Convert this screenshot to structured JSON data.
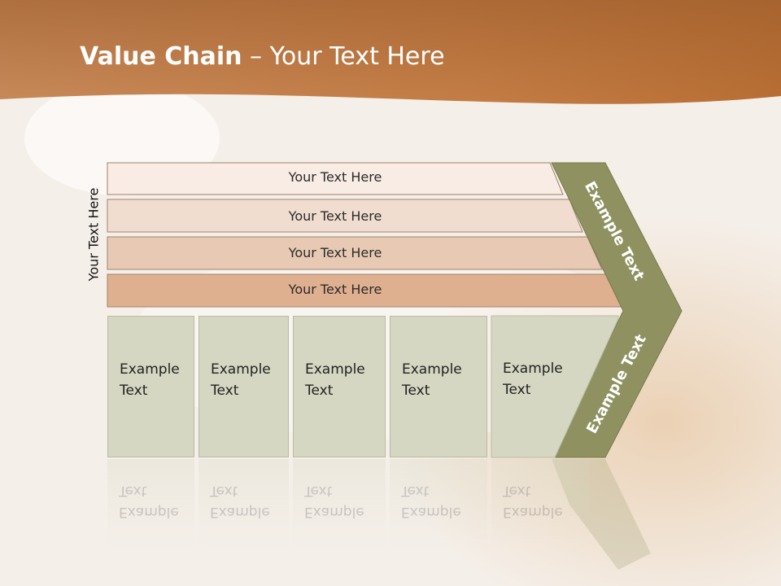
{
  "title": {
    "bold": "Value Chain",
    "rest": " – Your Text Here"
  },
  "side_label": "Your Text Here",
  "rows": [
    {
      "label": "Your Text Here",
      "fill": "#f8ece4"
    },
    {
      "label": "Your Text Here",
      "fill": "#f0ddd0"
    },
    {
      "label": "Your Text Here",
      "fill": "#e8cab4"
    },
    {
      "label": "Your Text Here",
      "fill": "#dfb090"
    }
  ],
  "boxes": [
    {
      "text": "Example Text"
    },
    {
      "text": "Example Text"
    },
    {
      "text": "Example Text"
    },
    {
      "text": "Example Text"
    },
    {
      "text": "Example Text"
    }
  ],
  "chevron": {
    "top_text": "Example Text",
    "bottom_text": "Example Text",
    "fill": "#8f9260"
  },
  "colors": {
    "header": "#b86f34",
    "box_fill": "#d5d7c2",
    "row_border": "#a0826d"
  }
}
